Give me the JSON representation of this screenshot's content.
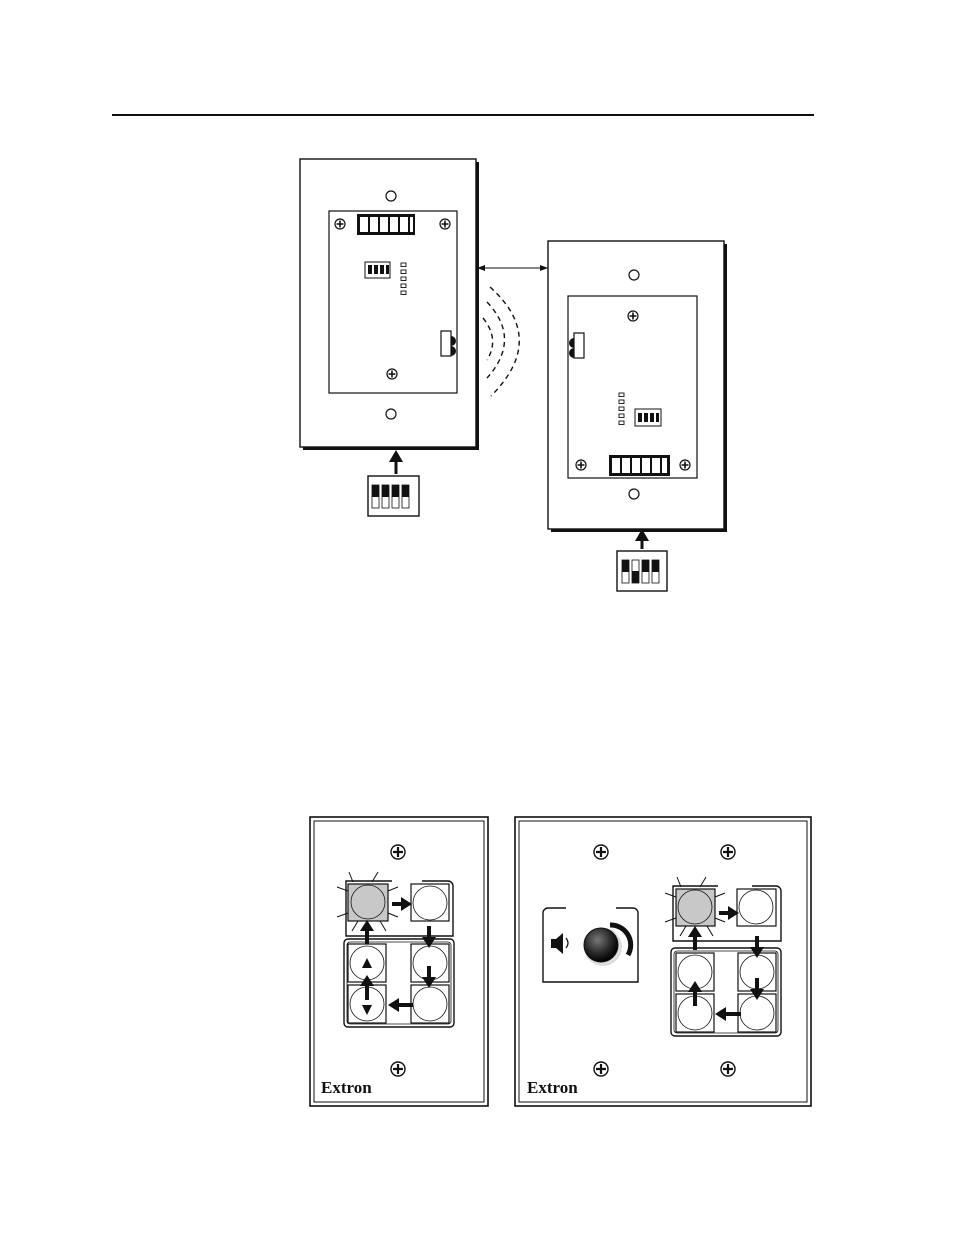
{
  "brand": {
    "left_panel": "Extron",
    "right_panel": "Extron"
  },
  "colors": {
    "line": "#111111",
    "lit_button": "#c8c8c8",
    "paper": "#ffffff"
  },
  "icons": [
    "screw-icon",
    "arrow-icon",
    "speaker-icon",
    "volume-knob-icon",
    "dip-switch-icon",
    "ir-emitter-icon",
    "terminal-block-icon",
    "ir-signal-icon"
  ],
  "dip_switches": {
    "top_left_positions": [
      "down",
      "down",
      "down",
      "down"
    ],
    "top_right_positions": [
      "down",
      "up",
      "down",
      "down"
    ]
  }
}
